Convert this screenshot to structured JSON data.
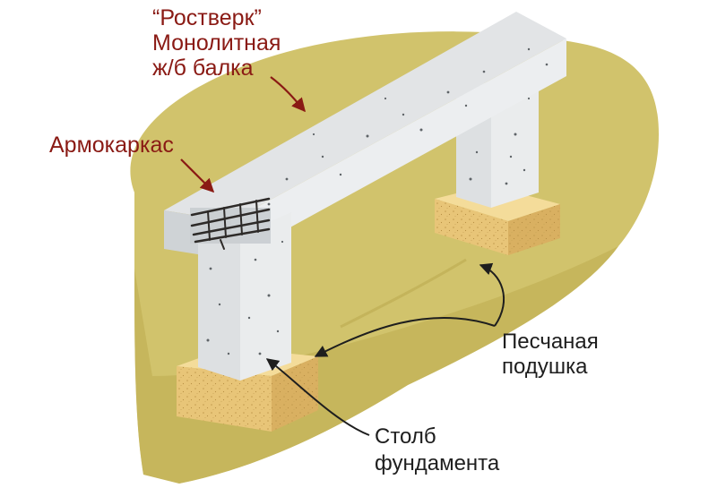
{
  "labels": {
    "rostverk_line1": "“Ростверк”",
    "rostverk_line2": "Монолитная",
    "rostverk_line3": "ж/б балка",
    "armokarkas": "Армокаркас",
    "sand_line1": "Песчаная",
    "sand_line2": "подушка",
    "column_line1": "Столб",
    "column_line2": "фундамента"
  },
  "colors": {
    "ground": "#d1c36c",
    "ground_edge": "#c2b055",
    "ground_shadow": "#a99a3e",
    "concrete_light": "#eaeced",
    "concrete_mid": "#dde0e2",
    "concrete_dark": "#c6cacd",
    "sand_top": "#f4dc9a",
    "sand_front": "#e8c578",
    "sand_side": "#d9b061",
    "label_red": "#8a1a14",
    "label_dark": "#1e1e1e",
    "arrow_red": "#8a1a14",
    "arrow_dark": "#1e1e1e",
    "rebar": "#2d2a28"
  },
  "icons": {
    "arrow": "arrowhead"
  }
}
